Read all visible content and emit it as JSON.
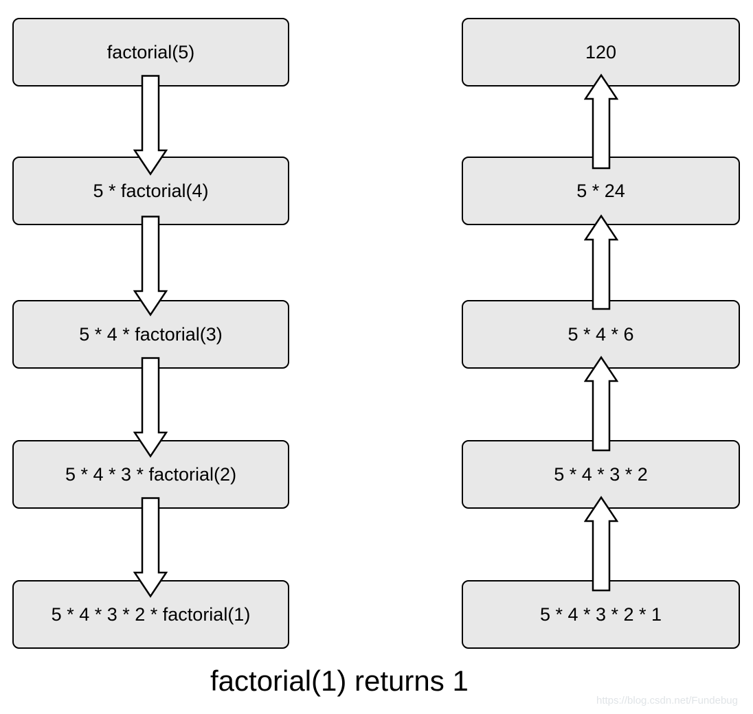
{
  "diagram": {
    "left_column": {
      "flow_direction": "down",
      "boxes": [
        "factorial(5)",
        "5 * factorial(4)",
        "5 * 4 * factorial(3)",
        "5 * 4 * 3 * factorial(2)",
        "5 * 4 * 3 * 2 * factorial(1)"
      ]
    },
    "right_column": {
      "flow_direction": "up",
      "boxes": [
        "120",
        "5 * 24",
        "5 * 4 * 6",
        "5 * 4 * 3 * 2",
        "5 * 4 * 3 * 2 * 1"
      ]
    },
    "caption": "factorial(1) returns 1",
    "watermark": "https://blog.csdn.net/Fundebug",
    "colors": {
      "box_fill": "#e8e8e8",
      "box_border": "#000000",
      "arrow_fill": "#ffffff",
      "arrow_stroke": "#000000",
      "background": "#ffffff",
      "text": "#000000",
      "watermark": "#e0e4e7"
    }
  }
}
